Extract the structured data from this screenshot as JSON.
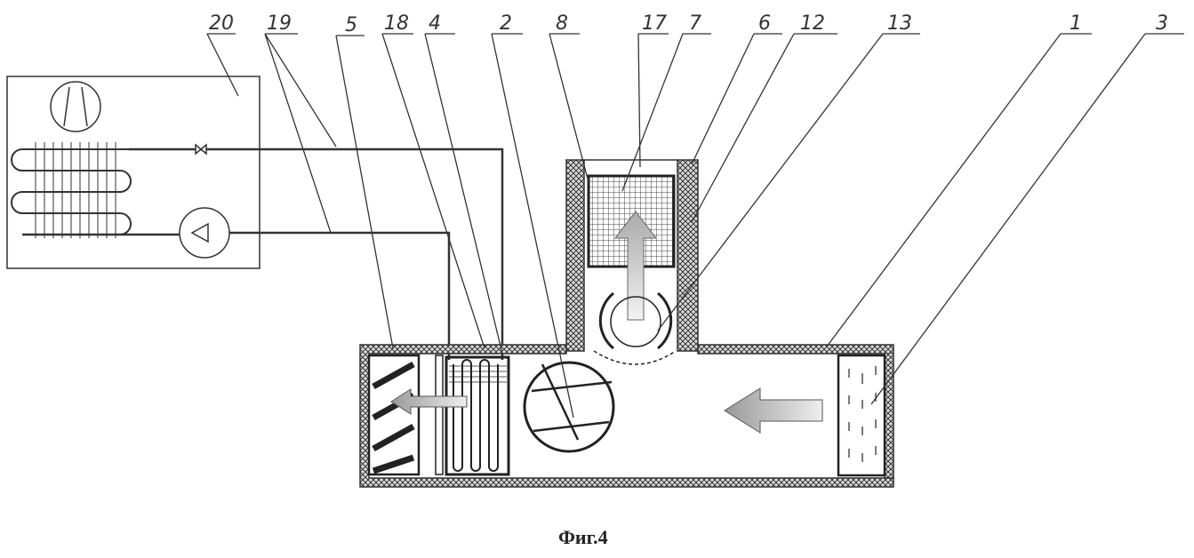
{
  "caption": "Фиг.4",
  "labels": {
    "l20": "20",
    "l19": "19",
    "l5": "5",
    "l18": "18",
    "l4": "4",
    "l2": "2",
    "l8": "8",
    "l17": "17",
    "l7": "7",
    "l6": "6",
    "l12": "12",
    "l13": "13",
    "l1": "1",
    "l3": "3"
  }
}
